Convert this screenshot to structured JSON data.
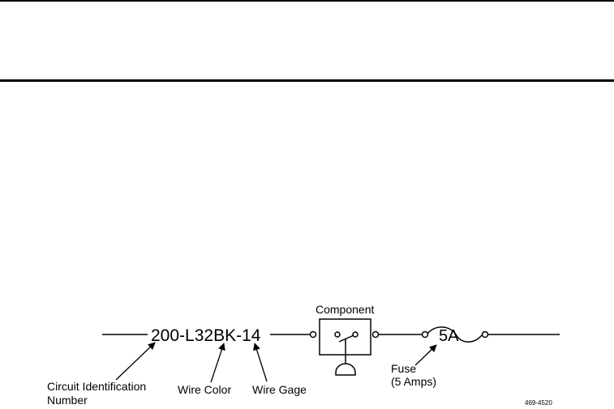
{
  "diagram": {
    "wire_code": "200-L32BK-14",
    "component_label": "Component",
    "fuse_rating": "5A",
    "labels": {
      "circuit_id_line1": "Circuit Identification",
      "circuit_id_line2": "Number",
      "wire_color": "Wire Color",
      "wire_gage": "Wire Gage",
      "fuse_line1": "Fuse",
      "fuse_line2": "(5 Amps)"
    },
    "figure_number": "469-4520"
  },
  "colors": {
    "ink": "#000000",
    "paper": "#ffffff"
  }
}
